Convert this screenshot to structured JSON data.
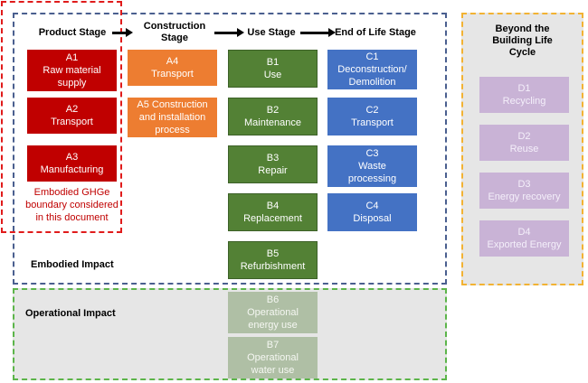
{
  "stages": {
    "product": "Product Stage",
    "construction_line1": "Construction",
    "construction_line2": "Stage",
    "use": "Use Stage",
    "end_of_life": "End of Life Stage",
    "beyond_line1": "Beyond the",
    "beyond_line2": "Building Life",
    "beyond_line3": "Cycle"
  },
  "modules": {
    "a1": {
      "code": "A1",
      "l1": "Raw material",
      "l2": "supply"
    },
    "a2": {
      "code": "A2",
      "l1": "Transport"
    },
    "a3": {
      "code": "A3",
      "l1": "Manufacturing"
    },
    "a4": {
      "code": "A4",
      "l1": "Transport"
    },
    "a5": {
      "l0": "A5 Construction",
      "l1": "and installation",
      "l2": "process"
    },
    "b1": {
      "code": "B1",
      "l1": "Use"
    },
    "b2": {
      "code": "B2",
      "l1": "Maintenance"
    },
    "b3": {
      "code": "B3",
      "l1": "Repair"
    },
    "b4": {
      "code": "B4",
      "l1": "Replacement"
    },
    "b5": {
      "code": "B5",
      "l1": "Refurbishment"
    },
    "b6": {
      "code": "B6",
      "l1": "Operational",
      "l2": "energy use"
    },
    "b7": {
      "code": "B7",
      "l1": "Operational",
      "l2": "water use"
    },
    "c1": {
      "code": "C1",
      "l1": "Deconstruction/",
      "l2": "Demolition"
    },
    "c2": {
      "code": "C2",
      "l1": "Transport"
    },
    "c3": {
      "code": "C3",
      "l1": "Waste",
      "l2": "processing"
    },
    "c4": {
      "code": "C4",
      "l1": "Disposal"
    },
    "d1": {
      "code": "D1",
      "l1": "Recycling"
    },
    "d2": {
      "code": "D2",
      "l1": "Reuse"
    },
    "d3": {
      "code": "D3",
      "l1": "Energy recovery"
    },
    "d4": {
      "code": "D4",
      "l1": "Exported Energy"
    }
  },
  "boundary_note": {
    "l1": "Embodied GHGe",
    "l2": "boundary considered",
    "l3": "in this document"
  },
  "zones": {
    "embodied": "Embodied Impact",
    "operational": "Operational Impact"
  },
  "colors": {
    "product": "#c00000",
    "construction": "#ed7d31",
    "use": "#538135",
    "end_of_life": "#4472c4",
    "beyond": "#c9b3d6",
    "operational_faded": "#afbfa5",
    "embodied_border": "#4a5f8f",
    "operational_border": "#5cb54a",
    "beyond_border": "#f2b233",
    "boundary_border": "#e01b1b"
  }
}
